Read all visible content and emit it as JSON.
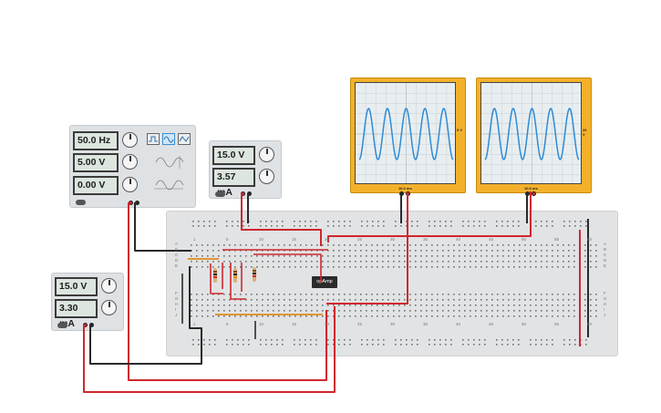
{
  "function_generator": {
    "frequency": "50.0 Hz",
    "amplitude": "5.00 V",
    "offset": "0.00 V",
    "waveforms": [
      "square",
      "sine",
      "triangle"
    ],
    "selected_waveform": "sine"
  },
  "power_supply_1": {
    "voltage": "15.0 V",
    "current": "3.57 mA"
  },
  "power_supply_2": {
    "voltage": "15.0 V",
    "current": "3.30 mA"
  },
  "oscilloscope_1": {
    "timebase": "10.0 ms",
    "volts_per_div": "5 V"
  },
  "oscilloscope_2": {
    "timebase": "10.0 ms",
    "volts_per_div": "20 V"
  },
  "chip": {
    "label": "opAmp"
  },
  "breadboard": {
    "column_numbers": [
      "1",
      "5",
      "10",
      "15",
      "20",
      "25",
      "30",
      "35",
      "40",
      "45",
      "50",
      "55",
      "60"
    ],
    "row_letters_top": [
      "A",
      "B",
      "C",
      "D",
      "E"
    ],
    "row_letters_bottom": [
      "F",
      "G",
      "H",
      "I",
      "J"
    ]
  },
  "colors": {
    "wire_red": "#d0262e",
    "wire_black": "#2a2a2a",
    "scope_body": "#f3b12b",
    "trace": "#2e8bd6",
    "wire_orange": "#e08a1a"
  }
}
